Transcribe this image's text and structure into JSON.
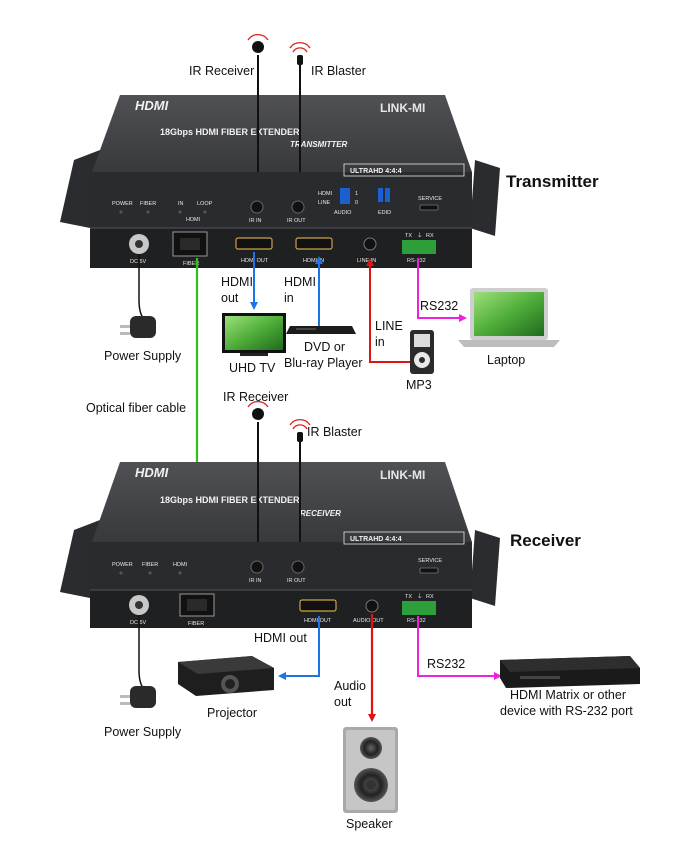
{
  "colors": {
    "hdmi_arrow": "#1e73e6",
    "fiber_cable": "#2fc11a",
    "audio_arrow": "#e31212",
    "rs232_arrow": "#ee22dd",
    "device_body": "#3a3b3e",
    "device_face": "#2a2b2e"
  },
  "transmitter": {
    "label": "Transmitter",
    "brand": "LINK-MI",
    "hdmi_logo": "HDMI",
    "face_title": "18Gbps HDMI FIBER EXTENDER",
    "face_subtitle": "TRANSMITTER",
    "uhd_badge": "ULTRAHD 4:4:4",
    "front": {
      "power": "POWER",
      "fiber": "FIBER",
      "in": "IN",
      "loop": "LOOP",
      "hdmi": "HDMI",
      "ir_in": "IR IN",
      "ir_out": "IR OUT",
      "switch_hdmi": "HDMI",
      "switch_line": "LINE",
      "switch_1": "1",
      "switch_0": "0",
      "audio": "AUDIO",
      "edid": "EDID",
      "service": "SERVICE"
    },
    "rear": {
      "dc": "DC 5V",
      "fiber": "FIBER",
      "hdmi_out": "HDMI OUT",
      "hdmi_in": "HDMI IN",
      "line_in": "LINE IN",
      "rs232": "RS-232",
      "tx": "TX",
      "gnd": "⏚",
      "rx": "RX"
    }
  },
  "receiver": {
    "label": "Receiver",
    "brand": "LINK-MI",
    "hdmi_logo": "HDMI",
    "face_title": "18Gbps HDMI FIBER EXTENDER",
    "face_subtitle": "RECEIVER",
    "uhd_badge": "ULTRAHD 4:4:4",
    "front": {
      "power": "POWER",
      "fiber": "FIBER",
      "hdmi": "HDMI",
      "ir_in": "IR IN",
      "ir_out": "IR OUT",
      "service": "SERVICE"
    },
    "rear": {
      "dc": "DC 5V",
      "fiber": "FIBER",
      "hdmi_out": "HDMI OUT",
      "audio_out": "AUDIO OUT",
      "rs232": "RS-232",
      "tx": "TX",
      "gnd": "⏚",
      "rx": "RX"
    }
  },
  "labels": {
    "tx_ir_receiver": "IR Receiver",
    "tx_ir_blaster": "IR Blaster",
    "tx_hdmi_out_1": "HDMI",
    "tx_hdmi_out_2": "out",
    "tx_hdmi_in_1": "HDMI",
    "tx_hdmi_in_2": "in",
    "tx_line_in_1": "LINE",
    "tx_line_in_2": "in",
    "tx_rs232": "RS232",
    "uhd_tv": "UHD TV",
    "dvd_1": "DVD or",
    "dvd_2": "Blu-ray Player",
    "mp3": "MP3",
    "laptop": "Laptop",
    "tx_power_supply": "Power Supply",
    "optical_fiber": "Optical fiber cable",
    "rx_ir_receiver": "IR Receiver",
    "rx_ir_blaster": "IR Blaster",
    "rx_hdmi_out": "HDMI out",
    "projector": "Projector",
    "audio_out_1": "Audio",
    "audio_out_2": "out",
    "speaker": "Speaker",
    "rx_rs232": "RS232",
    "matrix_1": "HDMI Matrix or other",
    "matrix_2": "device with RS-232 port",
    "rx_power_supply": "Power Supply"
  },
  "icons": {
    "ir_receiver": "ir-receiver-icon",
    "ir_blaster": "ir-blaster-icon",
    "tv": "tv-icon",
    "dvd": "dvd-player-icon",
    "mp3": "mp3-player-icon",
    "laptop": "laptop-icon",
    "power_supply": "power-adapter-icon",
    "projector": "projector-icon",
    "speaker": "speaker-icon",
    "matrix": "hdmi-matrix-icon"
  }
}
